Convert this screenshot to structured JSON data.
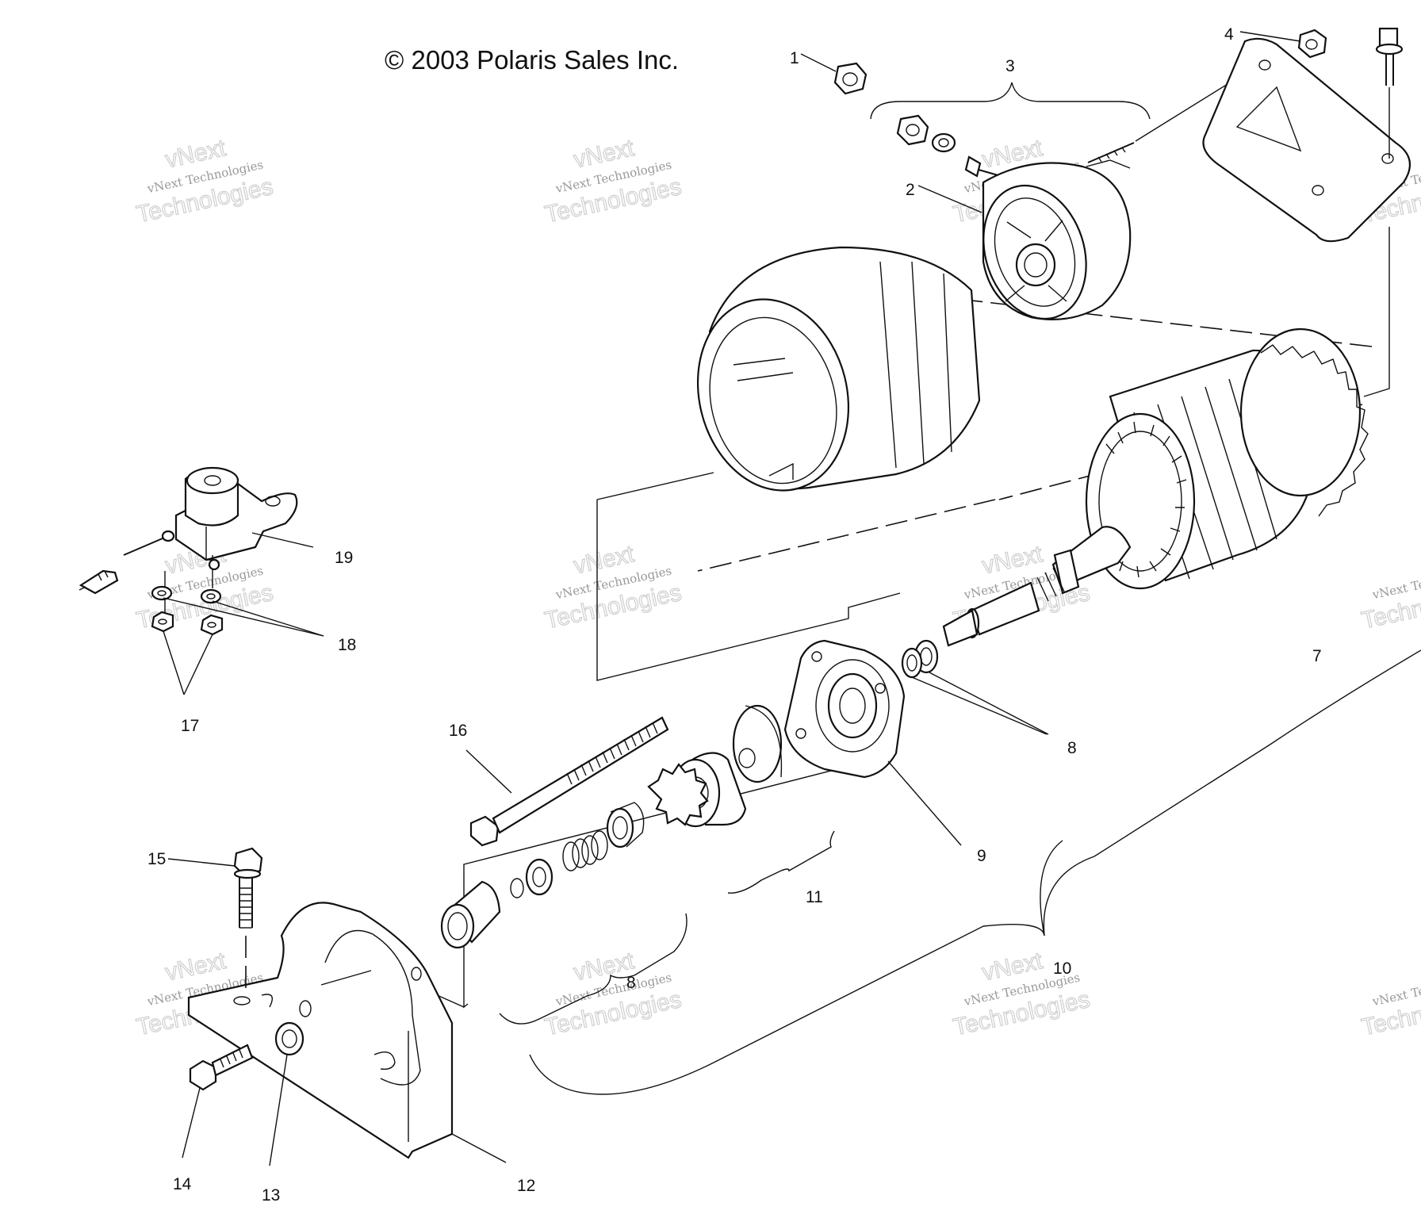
{
  "copyright": "© 2003 Polaris Sales Inc.",
  "watermark": {
    "line1": "vNext Technologies",
    "line2": "Technologies",
    "line3": "vNext"
  },
  "callouts": [
    "1",
    "2",
    "3",
    "4",
    "7",
    "8",
    "8",
    "9",
    "10",
    "11",
    "12",
    "13",
    "14",
    "15",
    "16",
    "17",
    "18",
    "19"
  ],
  "parts": [
    {
      "id": "1",
      "name": "nut"
    },
    {
      "id": "2",
      "name": "end cap"
    },
    {
      "id": "3",
      "name": "hardware kit"
    },
    {
      "id": "4",
      "name": "lock nut"
    },
    {
      "id": "7",
      "name": "armature"
    },
    {
      "id": "8",
      "name": "washer set"
    },
    {
      "id": "9",
      "name": "drive end plate"
    },
    {
      "id": "10",
      "name": "starter assembly"
    },
    {
      "id": "11",
      "name": "drive gear"
    },
    {
      "id": "12",
      "name": "mounting bracket"
    },
    {
      "id": "13",
      "name": "washer"
    },
    {
      "id": "14",
      "name": "screw"
    },
    {
      "id": "15",
      "name": "bolt"
    },
    {
      "id": "16",
      "name": "through bolt"
    },
    {
      "id": "17",
      "name": "nut"
    },
    {
      "id": "18",
      "name": "lock washer"
    },
    {
      "id": "19",
      "name": "solenoid"
    }
  ]
}
